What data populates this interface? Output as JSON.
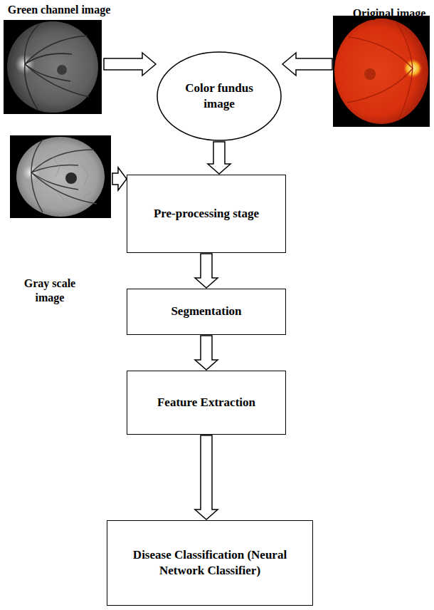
{
  "diagram": {
    "nodes": [
      {
        "text": [
          "Color fundus image"
        ]
      },
      {
        "text": [
          "Pre-processing stage"
        ]
      },
      {
        "text": [
          "Segmentation"
        ]
      },
      {
        "text": [
          "Feature Extraction"
        ]
      },
      {
        "text": [
          "Disease Classification (Neural Network Classifier)"
        ]
      }
    ],
    "edges": [
      {
        "from": 0,
        "to": 1,
        "arrow": "to"
      },
      {
        "from": 1,
        "to": 2,
        "arrow": "to"
      },
      {
        "from": 2,
        "to": 3,
        "arrow": "to"
      },
      {
        "from": 3,
        "to": 4,
        "arrow": "to"
      }
    ],
    "labels": [
      "Green channel image",
      "Original image",
      "Gray scale image"
    ]
  }
}
